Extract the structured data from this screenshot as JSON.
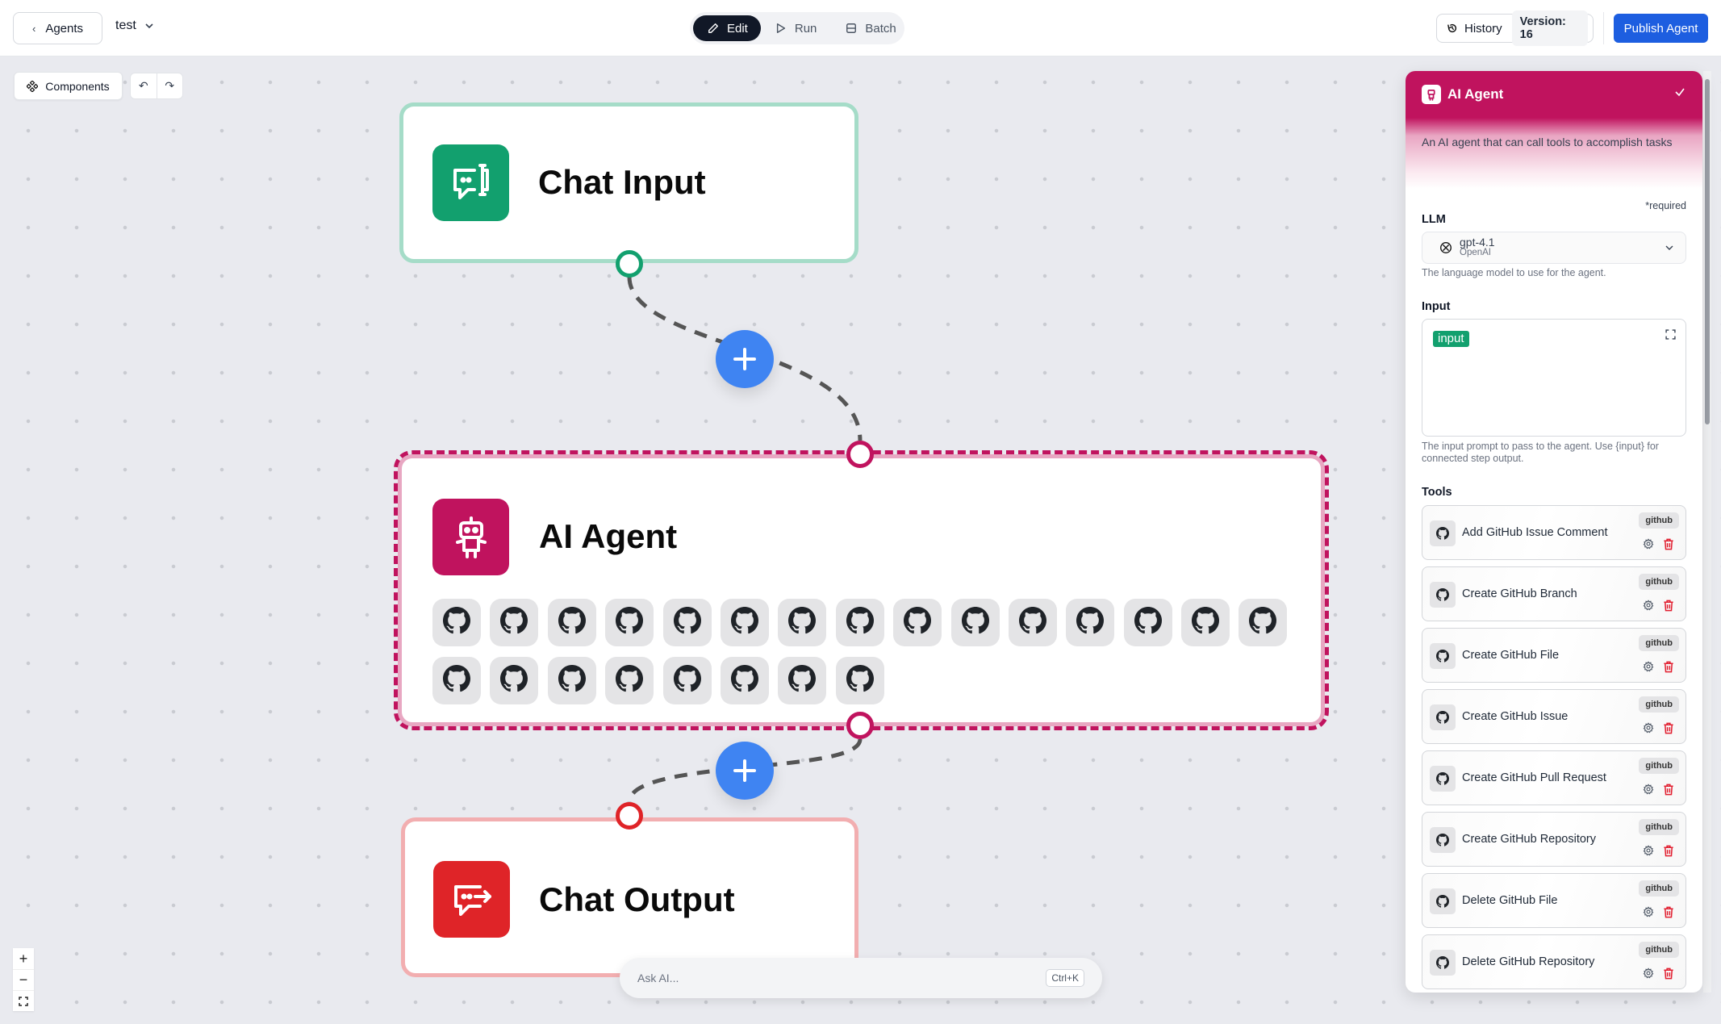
{
  "topbar": {
    "back_label": "Agents",
    "project_name": "test",
    "modes": [
      {
        "label": "Edit",
        "icon": "pencil-icon",
        "active": true
      },
      {
        "label": "Run",
        "icon": "play-icon",
        "active": false
      },
      {
        "label": "Batch",
        "icon": "batch-icon",
        "active": false
      }
    ],
    "history_label": "History",
    "version_label": "Version: 16",
    "publish_label": "Publish Agent"
  },
  "canvas": {
    "components_label": "Components",
    "nodes": {
      "chat_input": {
        "title": "Chat Input",
        "color": "#12a06e"
      },
      "ai_agent": {
        "title": "AI Agent",
        "color": "#c0135e",
        "tool_count": 23,
        "tool_icon": "github-icon"
      },
      "chat_output": {
        "title": "Chat Output",
        "color": "#df2428"
      }
    },
    "ask_ai": {
      "placeholder": "Ask AI...",
      "shortcut": "Ctrl+K"
    },
    "zoom_controls": [
      "+",
      "−",
      "fit"
    ]
  },
  "panel": {
    "title": "AI Agent",
    "description": "An AI agent that can call tools to accomplish tasks",
    "required_note": "*required",
    "llm": {
      "label": "LLM",
      "model": "gpt-4.1",
      "provider": "OpenAI",
      "help": "The language model to use for the agent."
    },
    "input": {
      "label": "Input",
      "tag": "input",
      "help": "The input prompt to pass to the agent. Use {input} for connected step output."
    },
    "tools": {
      "label": "Tools",
      "items": [
        {
          "name": "Add GitHub Issue Comment",
          "badge": "github"
        },
        {
          "name": "Create GitHub Branch",
          "badge": "github"
        },
        {
          "name": "Create GitHub File",
          "badge": "github"
        },
        {
          "name": "Create GitHub Issue",
          "badge": "github"
        },
        {
          "name": "Create GitHub Pull Request",
          "badge": "github"
        },
        {
          "name": "Create GitHub Repository",
          "badge": "github"
        },
        {
          "name": "Delete GitHub File",
          "badge": "github"
        },
        {
          "name": "Delete GitHub Repository",
          "badge": "github"
        }
      ]
    }
  },
  "colors": {
    "accent_blue": "#1d5ee0",
    "plus_blue": "#3f84f2",
    "agent_pink": "#c0135e",
    "input_green": "#12a06e",
    "output_red": "#df2428"
  }
}
